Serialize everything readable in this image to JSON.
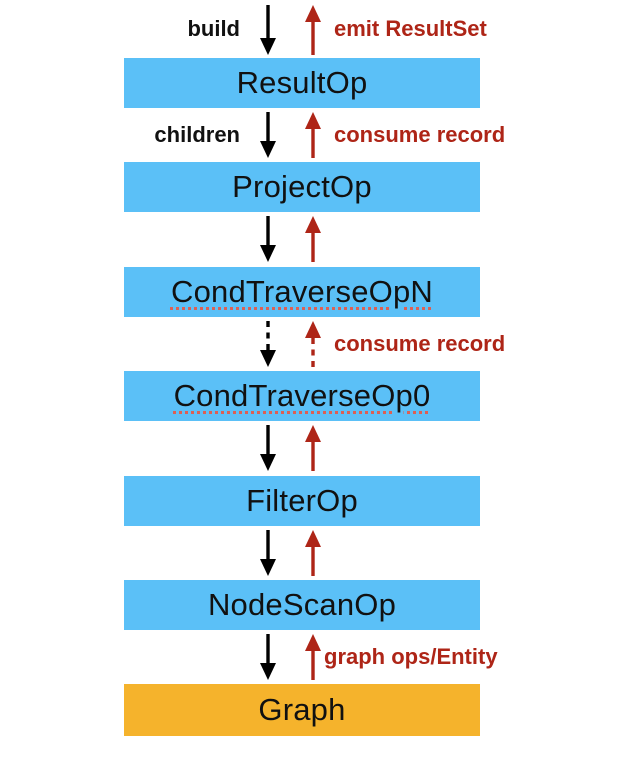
{
  "diagram": {
    "description": "Query execution pipeline of operators between a build/emit interface and the Graph store",
    "colors": {
      "node_fill_blue": "#5BC0F7",
      "node_fill_orange": "#F5B32C",
      "node_text": "#111111",
      "down_arrow": "#000000",
      "up_arrow": "#AE2517",
      "red_label": "#AE2517",
      "spellcheck_underline": "#DC6054",
      "background": "#FFFFFF"
    },
    "nodes": [
      {
        "label": "ResultOp",
        "fill": "#5BC0F7",
        "spellcheck_underline": false
      },
      {
        "label": "ProjectOp",
        "fill": "#5BC0F7",
        "spellcheck_underline": false
      },
      {
        "label": "CondTraverseOpN",
        "fill": "#5BC0F7",
        "spellcheck_underline": true
      },
      {
        "label": "CondTraverseOp0",
        "fill": "#5BC0F7",
        "spellcheck_underline": true
      },
      {
        "label": "FilterOp",
        "fill": "#5BC0F7",
        "spellcheck_underline": false
      },
      {
        "label": "NodeScanOp",
        "fill": "#5BC0F7",
        "spellcheck_underline": false
      },
      {
        "label": "Graph",
        "fill": "#F5B32C",
        "spellcheck_underline": false
      }
    ],
    "links": [
      {
        "down_label": "build",
        "up_label": "emit ResultSet",
        "style": "solid"
      },
      {
        "down_label": "children",
        "up_label": "consume record",
        "style": "solid"
      },
      {
        "down_label": "",
        "up_label": "",
        "style": "solid"
      },
      {
        "down_label": "",
        "up_label": "consume record",
        "style": "dashed"
      },
      {
        "down_label": "",
        "up_label": "",
        "style": "solid"
      },
      {
        "down_label": "",
        "up_label": "",
        "style": "solid"
      },
      {
        "down_label": "",
        "up_label": "graph ops/Entity",
        "style": "solid"
      }
    ]
  }
}
